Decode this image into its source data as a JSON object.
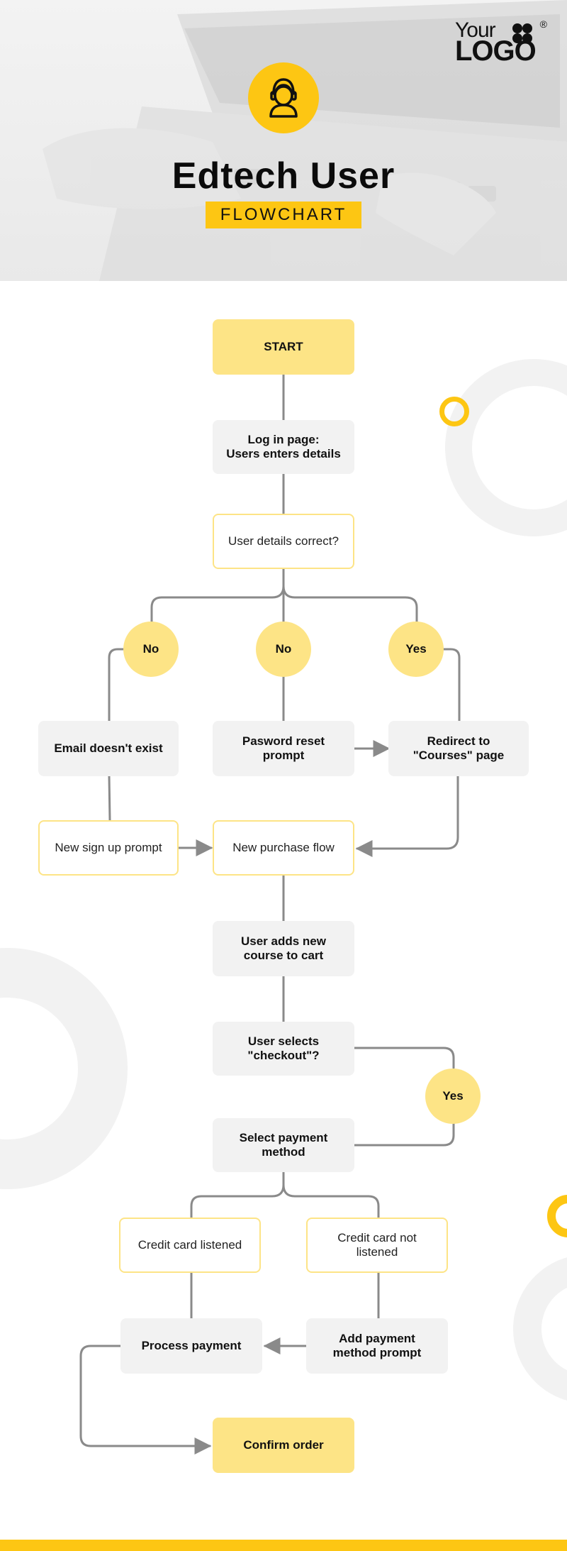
{
  "header": {
    "logo_your": "Your",
    "logo_logo": "LOGO",
    "logo_registered": "®",
    "title": "Edtech User",
    "subtitle": "FLOWCHART"
  },
  "colors": {
    "accent": "#fdc613",
    "node_yellow": "#fde486",
    "node_gray": "#f2f2f2",
    "connector": "#8a8a8a"
  },
  "icons": {
    "avatar": "user-headset-icon",
    "logo_mark": "clover-icon"
  },
  "flow": {
    "start": "START",
    "login": "Log in page:\nUsers enters details",
    "details_check": "User details correct?",
    "branch_no_1": "No",
    "branch_no_2": "No",
    "branch_yes_1": "Yes",
    "email_missing": "Email doesn't exist",
    "password_reset": "Pasword reset\nprompt",
    "redirect_courses": "Redirect to\n\"Courses\" page",
    "signup_prompt": "New sign up prompt",
    "purchase_flow": "New purchase flow",
    "add_to_cart": "User adds new\ncourse to cart",
    "select_checkout": "User selects\n\"checkout\"?",
    "branch_yes_2": "Yes",
    "payment_method": "Select payment\nmethod",
    "card_listed": "Credit card listened",
    "card_not_listed": "Credit card not\nlistened",
    "process_payment": "Process payment",
    "add_payment_prompt": "Add payment\nmethod prompt",
    "confirm_order": "Confirm order"
  }
}
